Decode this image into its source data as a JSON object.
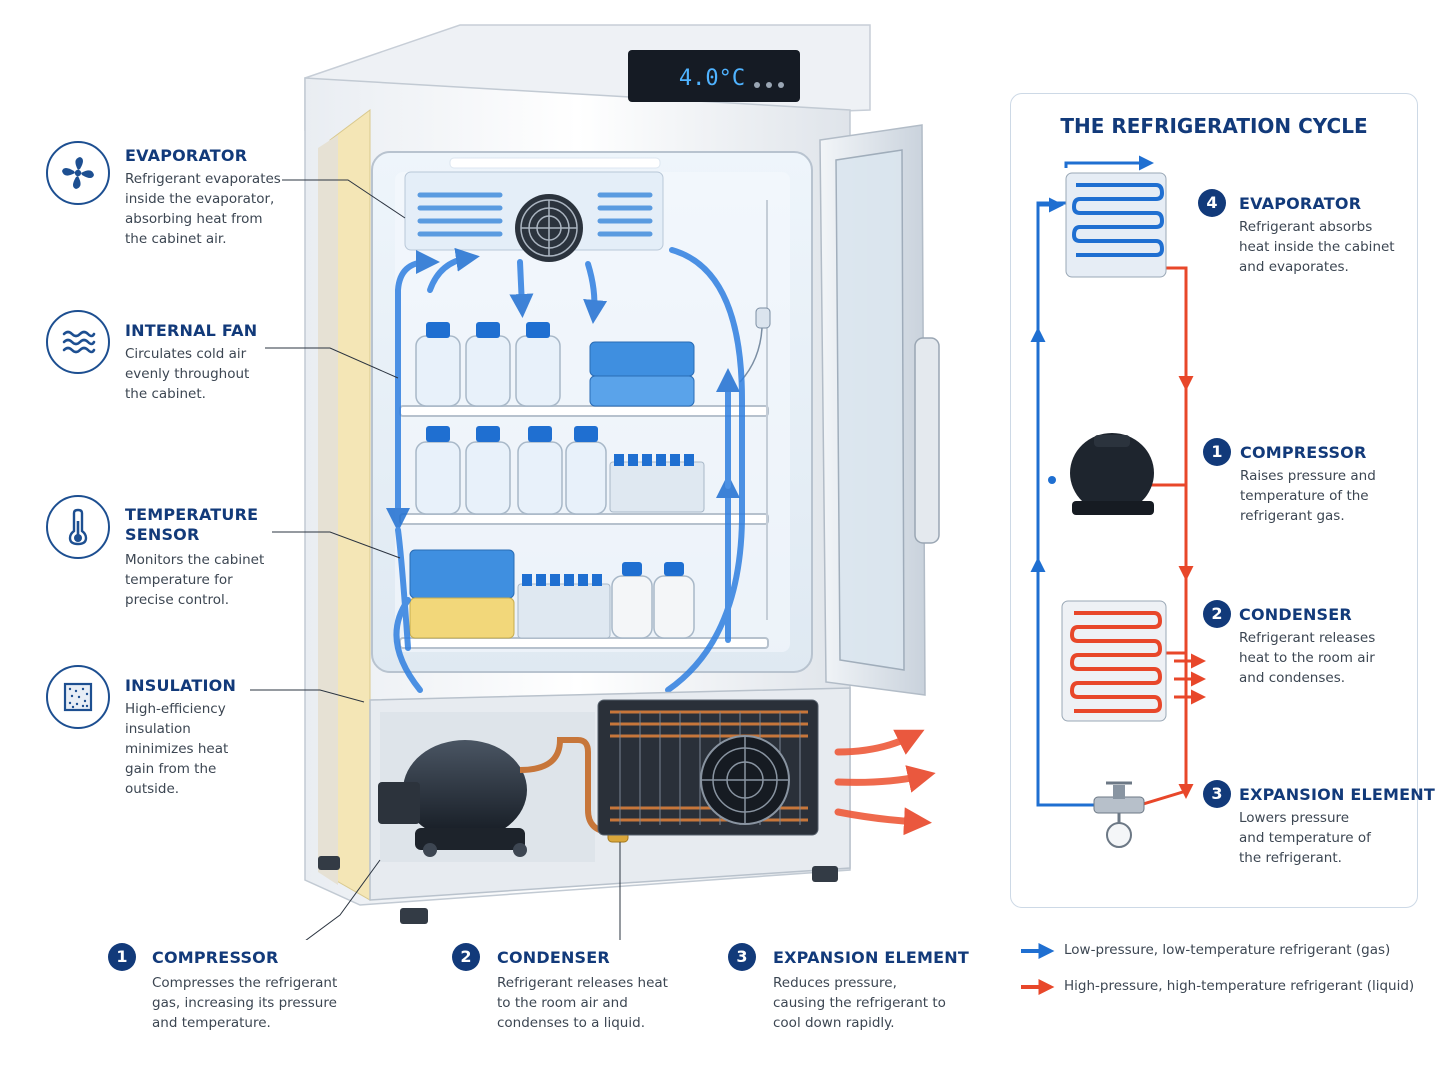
{
  "display": {
    "temperature": "4.0°C"
  },
  "left_labels": [
    {
      "title": "EVAPORATOR",
      "description": "Refrigerant evaporates inside the evaporator, absorbing heat from the cabinet air.",
      "icon": "fan-icon"
    },
    {
      "title": "INTERNAL FAN",
      "description": "Circulates cold air evenly throughout the cabinet.",
      "icon": "airflow-waves-icon"
    },
    {
      "title": "TEMPERATURE SENSOR",
      "description": "Monitors the cabinet temperature for precise control.",
      "icon": "thermometer-icon"
    },
    {
      "title": "INSULATION",
      "description": "High-efficiency insulation minimizes heat gain from the outside.",
      "icon": "insulation-icon"
    }
  ],
  "bottom_labels": [
    {
      "number": "1",
      "title": "COMPRESSOR",
      "description": "Compresses the refrigerant gas, increasing its pressure and temperature."
    },
    {
      "number": "2",
      "title": "CONDENSER",
      "description": "Refrigerant releases heat to the room air and condenses to a liquid."
    },
    {
      "number": "3",
      "title": "EXPANSION ELEMENT",
      "description": "Reduces pressure, causing the refrigerant to cool down rapidly."
    }
  ],
  "cycle": {
    "title": "THE REFRIGERATION CYCLE",
    "steps": [
      {
        "number": "4",
        "title": "EVAPORATOR",
        "description": "Refrigerant absorbs heat inside the cabinet and evaporates."
      },
      {
        "number": "1",
        "title": "COMPRESSOR",
        "description": "Raises pressure and temperature of the refrigerant gas."
      },
      {
        "number": "2",
        "title": "CONDENSER",
        "description": "Refrigerant releases heat to the room air and condenses."
      },
      {
        "number": "3",
        "title": "EXPANSION ELEMENT",
        "description": "Lowers pressure and temperature of the refrigerant."
      }
    ]
  },
  "legend": [
    {
      "text": "Low-pressure, low-temperature refrigerant (gas)",
      "color": "#1f6fd1"
    },
    {
      "text": "High-pressure, high-temperature refrigerant (liquid)",
      "color": "#e8472a"
    }
  ],
  "colors": {
    "navy": "#123a7a",
    "cold": "#1f6fd1",
    "hot": "#e8472a"
  }
}
